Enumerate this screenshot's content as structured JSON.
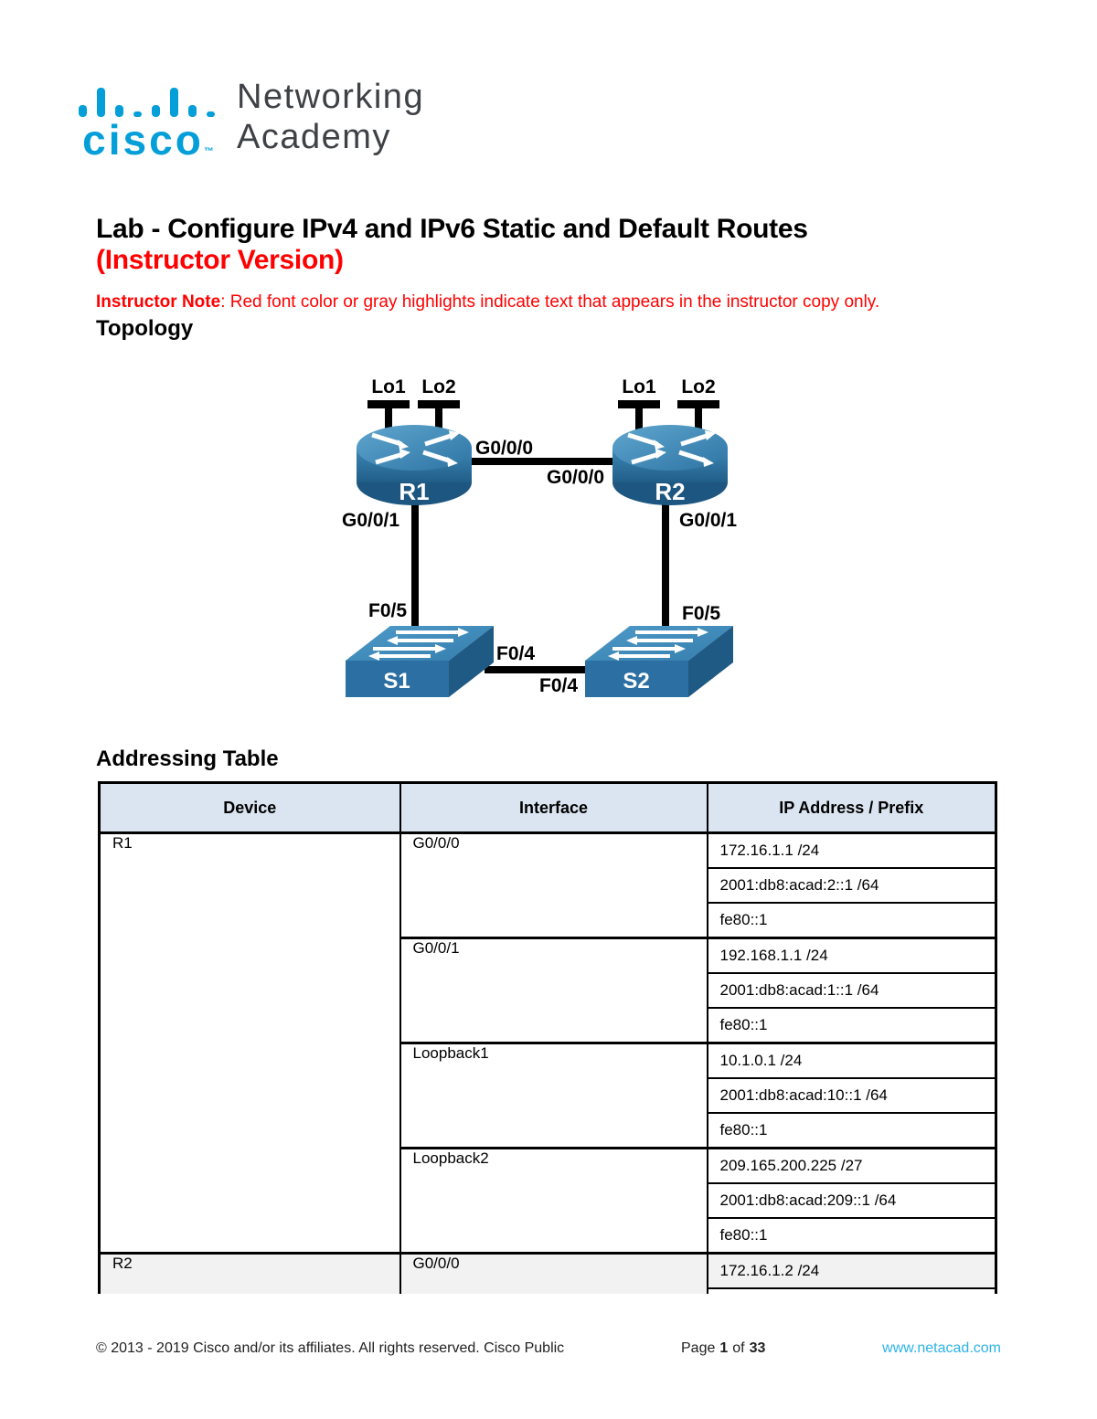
{
  "logo": {
    "brand": "cisco",
    "tm": "™",
    "line1": "Networking",
    "line2": "Academy"
  },
  "title": {
    "line1": "Lab - Configure IPv4 and IPv6 Static and Default Routes",
    "line2": "(Instructor Version)"
  },
  "note": {
    "label": "Instructor Note",
    "text": ": Red font color or gray highlights indicate text that appears in the instructor copy only."
  },
  "headings": {
    "topology": "Topology",
    "addressing": "Addressing Table"
  },
  "diagram": {
    "routers": {
      "r1": "R1",
      "r2": "R2"
    },
    "switches": {
      "s1": "S1",
      "s2": "S2"
    },
    "labels": {
      "lo1": "Lo1",
      "lo2": "Lo2",
      "g000": "G0/0/0",
      "g001": "G0/0/1",
      "f05": "F0/5",
      "f04": "F0/4"
    }
  },
  "table": {
    "headers": [
      "Device",
      "Interface",
      "IP Address / Prefix"
    ],
    "groups": [
      {
        "device": "R1",
        "interfaces": [
          {
            "name": "G0/0/0",
            "addresses": [
              "172.16.1.1 /24",
              "2001:db8:acad:2::1 /64",
              "fe80::1"
            ]
          },
          {
            "name": "G0/0/1",
            "addresses": [
              "192.168.1.1 /24",
              "2001:db8:acad:1::1 /64",
              "fe80::1"
            ]
          },
          {
            "name": "Loopback1",
            "addresses": [
              "10.1.0.1 /24",
              "2001:db8:acad:10::1 /64",
              "fe80::1"
            ]
          },
          {
            "name": "Loopback2",
            "addresses": [
              "209.165.200.225 /27",
              "2001:db8:acad:209::1 /64",
              "fe80::1"
            ]
          }
        ]
      },
      {
        "device": "R2",
        "shaded": true,
        "interfaces": [
          {
            "name": "G0/0/0",
            "addresses": [
              "172.16.1.2 /24"
            ]
          }
        ]
      }
    ]
  },
  "footer": {
    "copyright": "© 2013 - 2019 Cisco and/or its affiliates. All rights reserved. Cisco Public",
    "page_word": "Page",
    "page_num": "1",
    "of_word": "of",
    "page_total": "33",
    "site": "www.netacad.com"
  },
  "colors": {
    "accent_red": "#FF0000",
    "cisco_blue": "#049FD9",
    "link_blue": "#2FB3E6",
    "table_header_bg": "#DBE5F1",
    "shaded_row_bg": "#F2F2F2"
  }
}
